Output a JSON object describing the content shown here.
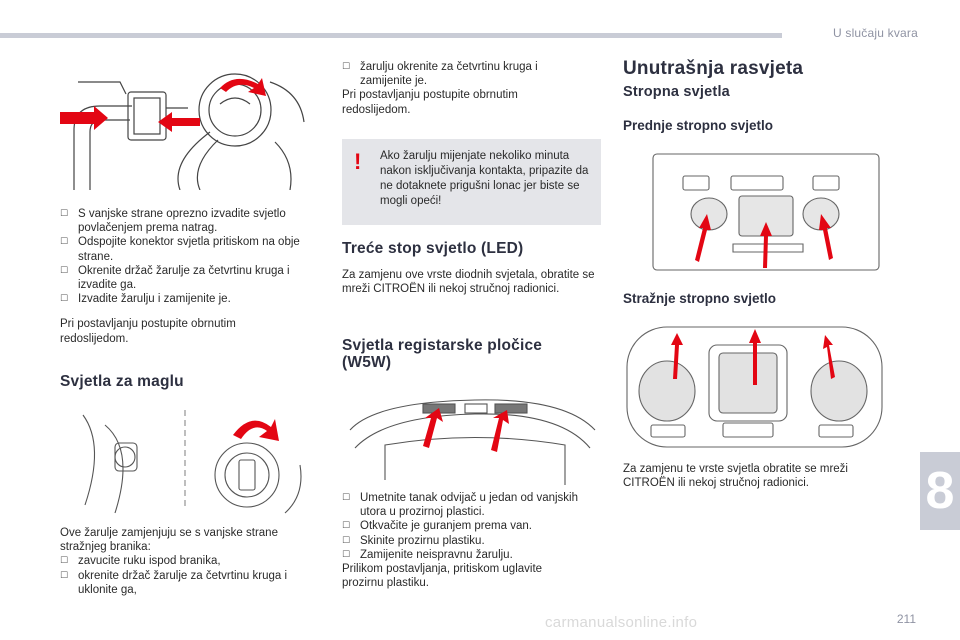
{
  "header": {
    "chapter_title": "U slučaju kvara"
  },
  "chapter_tab": {
    "number": "8"
  },
  "page_number": "211",
  "watermark": "carmanualsonline.info",
  "col1": {
    "bullets_top": [
      "S vanjske strane oprezno izvadite svjetlo povlačenjem prema natrag.",
      "Odspojite konektor svjetla pritiskom na obje strane.",
      "Okrenite držač žarulje za četvrtinu kruga i izvadite ga.",
      "Izvadite žarulju i zamijenite je."
    ],
    "para_reverse": "Pri postavljanju postupite obrnutim redoslijedom.",
    "fog_title": "Svjetla za maglu",
    "fog_intro": "Ove žarulje zamjenjuju se s vanjske strane stražnjeg branika:",
    "fog_bullets": [
      "zavucite ruku ispod branika,",
      "okrenite držač žarulje za četvrtinu kruga i uklonite ga,"
    ]
  },
  "col2": {
    "bullets_top": [
      "žarulju okrenite za četvrtinu kruga i zamijenite je."
    ],
    "para_reverse": "Pri postavljanju postupite obrnutim redoslijedom.",
    "warning_text": "Ako žarulju mijenjate nekoliko minuta nakon isključivanja kontakta, pripazite da ne dotaknete prigušni lonac jer biste se mogli opeći!",
    "stop_title": "Treće stop svjetlo (LED)",
    "stop_text": "Za zamjenu ove vrste diodnih svjetala, obratite se mreži CITROËN ili nekoj stručnoj radionici.",
    "plate_title": "Svjetla registarske pločice (W5W)",
    "plate_bullets": [
      "Umetnite tanak odvijač u jedan od vanjskih utora u prozirnoj plastici.",
      "Otkvačite je guranjem prema van.",
      "Skinite prozirnu plastiku.",
      "Zamijenite neispravnu žarulju."
    ],
    "plate_outro": "Prilikom postavljanja, pritiskom uglavite prozirnu plastiku."
  },
  "col3": {
    "title": "Unutrašnja rasvjeta",
    "subtitle": "Stropna svjetla",
    "front_title": "Prednje stropno svjetlo",
    "rear_title": "Stražnje stropno svjetlo",
    "rear_text": "Za zamjenu te vrste svjetla obratite se mreži CITROËN ili nekoj stručnoj radionici."
  },
  "colors": {
    "arrow": "#e30613",
    "band": "#c9ccd6",
    "heading": "#2d3040"
  }
}
